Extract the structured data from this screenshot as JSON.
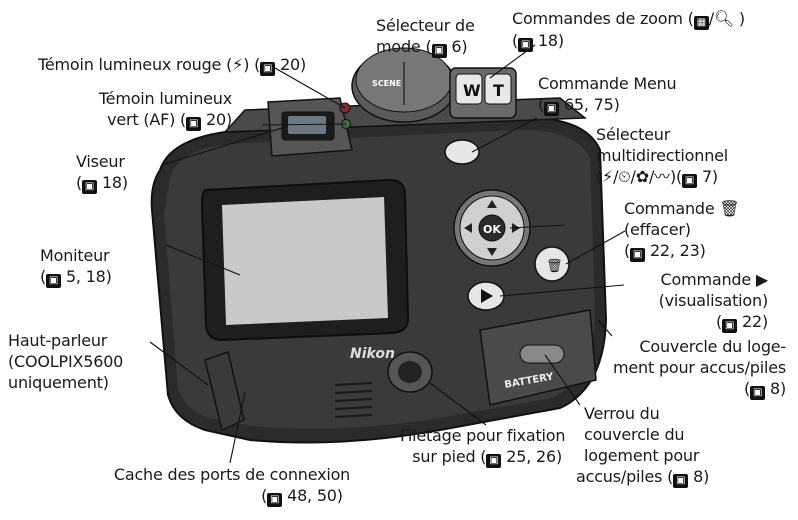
{
  "labels": {
    "temoin_rouge": {
      "text": "Témoin lumineux rouge (",
      "glyph": "⚡",
      "close": ")",
      "ref": "20"
    },
    "temoin_vert": {
      "line1": "Témoin lumineux",
      "line2": "vert (AF) (",
      "ref": "20",
      "close": ")"
    },
    "viseur": {
      "line1": "Viseur",
      "line2_pre": "(",
      "ref": "18",
      "line2_post": ")"
    },
    "moniteur": {
      "line1": "Moniteur",
      "line2_pre": "(",
      "ref": "5, 18",
      "line2_post": ")"
    },
    "haut_parleur": {
      "line1": "Haut-parleur",
      "line2": "(COOLPIX5600",
      "line3": "uniquement)"
    },
    "cache_ports": {
      "line1": "Cache des ports de connexion",
      "line2_pre": "(",
      "ref": "48, 50",
      "line2_post": ")"
    },
    "filetage": {
      "line1": "Filetage pour fixation",
      "line2_pre": "sur pied (",
      "ref": "25, 26",
      "line2_post": ")"
    },
    "verrou": {
      "line1": "Verrou du",
      "line2": "couvercle du",
      "line3": "logement pour",
      "line4_pre": "accus/piles (",
      "ref": "8",
      "line4_post": ")"
    },
    "couvercle": {
      "line1": "Couvercle du loge-",
      "line2": "ment pour accus/piles",
      "line3_pre": "(",
      "ref": "8",
      "line3_post": ")"
    },
    "selecteur_mode": {
      "line1": "Sélecteur de",
      "line2_pre": "mode (",
      "ref": "6",
      "line2_post": ")"
    },
    "zoom": {
      "line1_pre": "Commandes de zoom (",
      "line1_mid": "/",
      "line1_post": " )",
      "line2_pre": "(",
      "ref": "18",
      "line2_post": ")"
    },
    "menu": {
      "line1": "Commande Menu",
      "line2_pre": "(",
      "ref": "65, 75",
      "line2_post": ")"
    },
    "multi": {
      "line1": "Sélecteur",
      "line2": "multidirectionnel",
      "line3_pre": "(",
      "glyphs": "⚡/⏲/✿/〰",
      "line3_mid": ")(",
      "ref": "7",
      "line3_post": ")"
    },
    "effacer": {
      "line1": "Commande 🗑",
      "line2": "(effacer)",
      "line3_pre": "(",
      "ref": "22, 23",
      "line3_post": ")"
    },
    "visualisation": {
      "line1": "Commande ▶",
      "line2": "(visualisation)",
      "line3_pre": "(",
      "ref": "22",
      "line3_post": ")"
    }
  },
  "camera": {
    "brand": "Nikon",
    "battery_label": "BATTERY",
    "ok_label": "OK",
    "zoom_w": "W",
    "zoom_t": "T",
    "scene_label": "SCENE"
  },
  "icons": {
    "reference_icon": "book-ref-icon"
  }
}
